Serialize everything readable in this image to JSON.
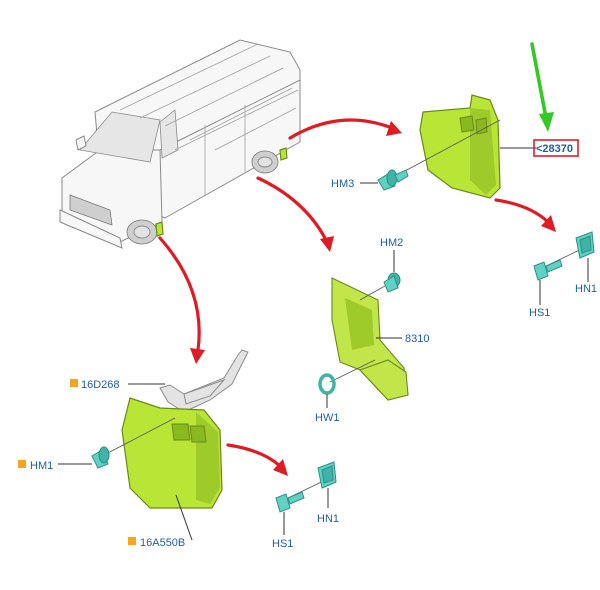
{
  "labels": {
    "hm3": "HM3",
    "part_28370": "<28370",
    "hm2": "HM2",
    "part_8310": "8310",
    "hw1": "HW1",
    "hs1_right": "HS1",
    "hn1_right": "HN1",
    "part_16d268": "16D268",
    "hm1": "HM1",
    "part_16a550b": "16A550B",
    "hs1_left": "HS1",
    "hn1_left": "HN1"
  },
  "colors": {
    "callout_arrow": "#e01b24",
    "highlight_arrow": "#35c924",
    "part_fill": "#b9e536",
    "fastener": "#5fd2c4",
    "label_text": "#1f5fa8",
    "marker": "#f7a51c",
    "highlight_box": "#e0202a"
  },
  "icons": {
    "vehicle": "van-illustration-icon",
    "marker": "orange-square-marker-icon"
  }
}
